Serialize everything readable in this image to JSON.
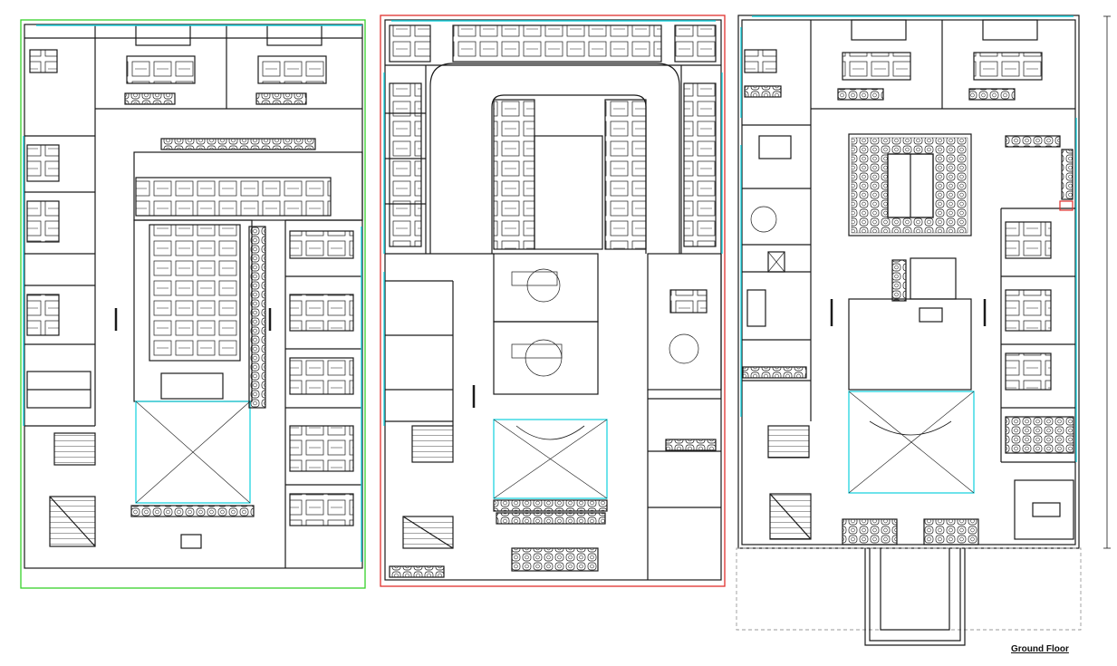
{
  "drawing": {
    "caption": "Ground Floor",
    "colors": {
      "background": "#ffffff",
      "line": "#1a1a1a",
      "glass": "#21d4e0",
      "plan1_border": "#36d12a",
      "plan2_border": "#e0302c",
      "plan3_border": "#9a9a9a",
      "accent_red": "#e0302c"
    },
    "plans": [
      {
        "id": "plan-left",
        "border": "green"
      },
      {
        "id": "plan-middle",
        "border": "red"
      },
      {
        "id": "plan-right",
        "border": "dashed-grey"
      }
    ]
  }
}
